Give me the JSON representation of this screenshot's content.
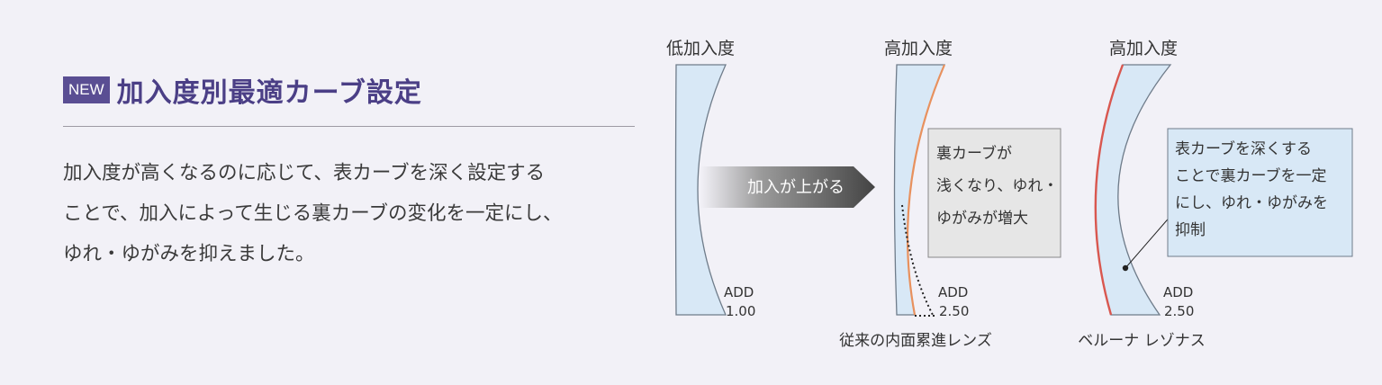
{
  "section": {
    "badge": "NEW",
    "title": "加入度別最適カーブ設定",
    "description_lines": [
      "加入度が高くなるのに応じて、表カーブを深く設定する",
      "ことで、加入によって生じる裏カーブの変化を一定にし、",
      "ゆれ・ゆがみを抑えました。"
    ]
  },
  "diagram": {
    "lens1": {
      "top_label": "低加入度",
      "add_label": "ADD",
      "add_value": "1.00"
    },
    "arrow_label": "加入が上がる",
    "lens2": {
      "top_label": "高加入度",
      "add_label": "ADD",
      "add_value": "2.50",
      "caption": "従来の内面累進レンズ",
      "note_lines": [
        "裏カーブが",
        "浅くなり、ゆれ・",
        "ゆがみが増大"
      ]
    },
    "lens3": {
      "top_label": "高加入度",
      "add_label": "ADD",
      "add_value": "2.50",
      "caption": "ベルーナ レゾナス",
      "note_lines": [
        "表カーブを深くする",
        "ことで裏カーブを一定",
        "にし、ゆれ・ゆがみを",
        "抑制"
      ]
    },
    "colors": {
      "lens_fill": "#d8e8f6",
      "lens_stroke": "#6f7c8a",
      "orange_curve": "#e8915e",
      "red_curve": "#d9574f",
      "note_gray": "#e6e6e6",
      "note_blue": "#d8e8f6",
      "arrow_dark": "#4a4a4a"
    }
  }
}
